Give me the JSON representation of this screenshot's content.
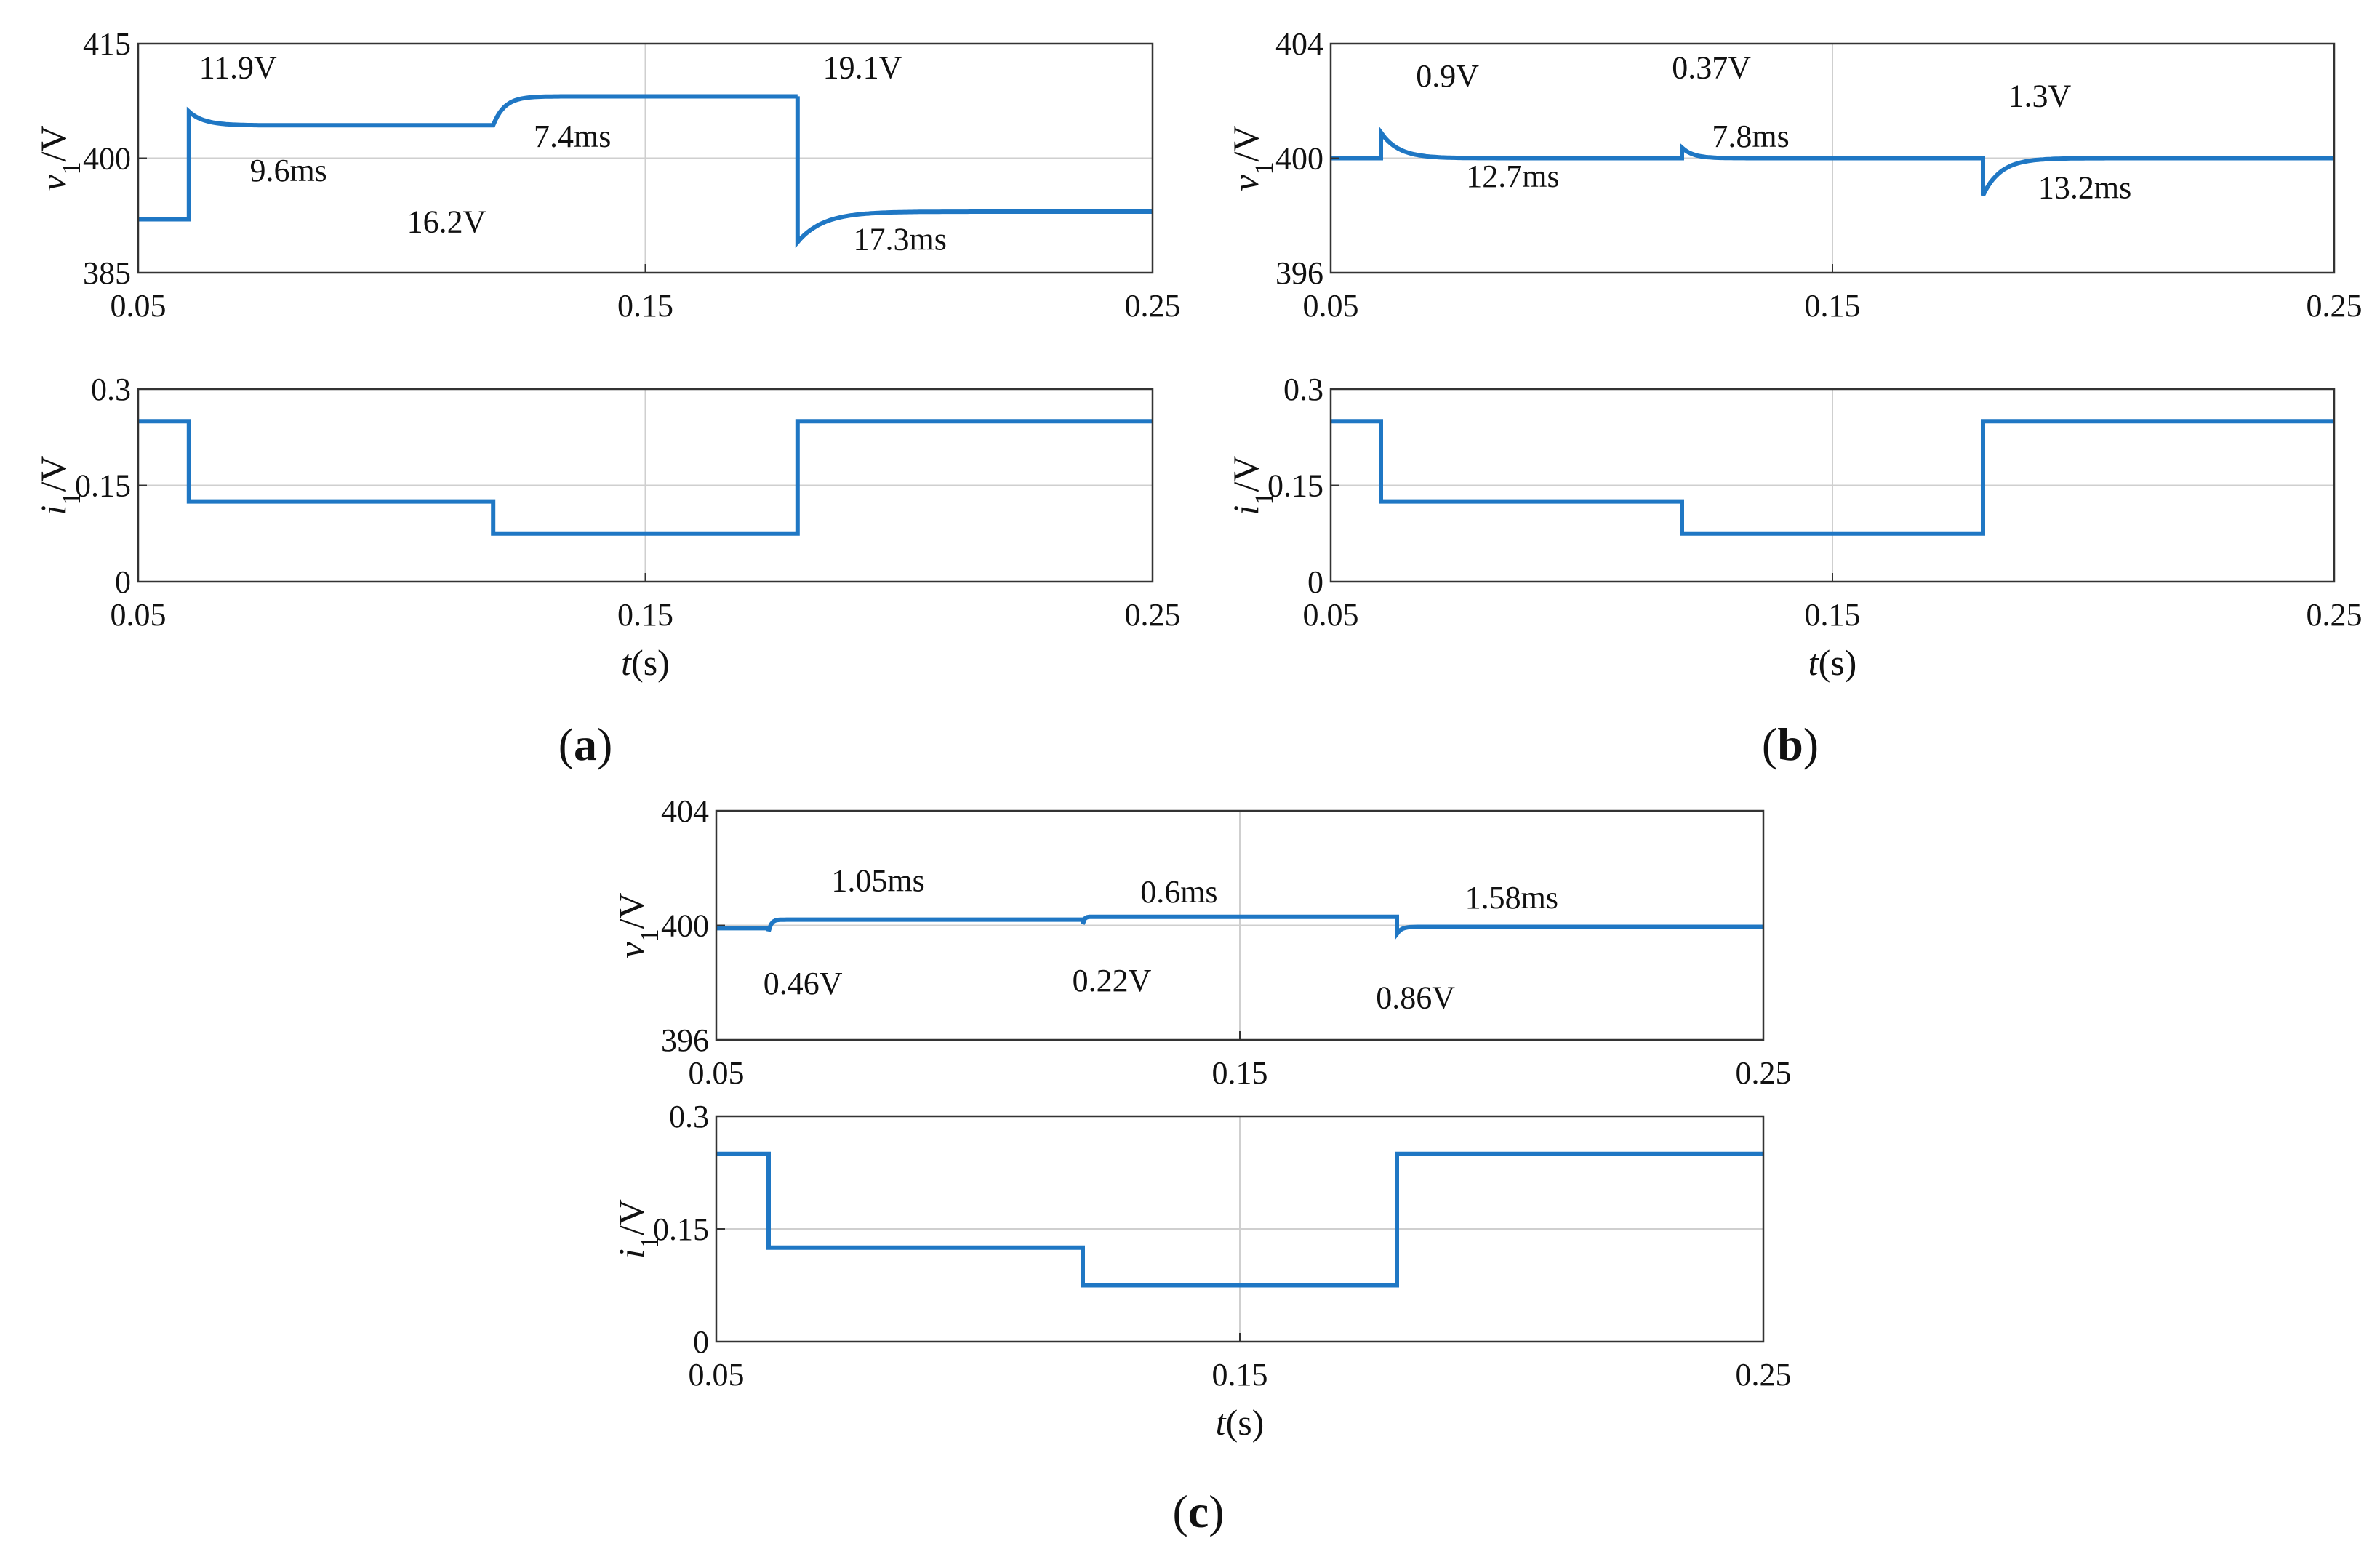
{
  "colors": {
    "trace": "#1f77c4",
    "grid": "#cfcfcf",
    "axes": "#333333",
    "annotation": "#000000"
  },
  "chart_data": [
    {
      "panel": "a",
      "subplot": "voltage",
      "type": "line",
      "ylabel_base": "v",
      "ylabel_sub": "1",
      "ylabel_unit": "/V",
      "xlim": [
        0.05,
        0.25
      ],
      "ylim": [
        385,
        415
      ],
      "xticks": [
        "0.05",
        "0.15",
        "0.25"
      ],
      "yticks": [
        "385",
        "400",
        "415"
      ],
      "xgrid": [
        0.15
      ],
      "ygrid": [
        400
      ],
      "grid": true,
      "series": [
        {
          "segments": [
            {
              "x": 0.05,
              "y": 392.0
            },
            {
              "x": 0.06,
              "y": 392.0,
              "jump_to": 406.1,
              "decay_to": 404.3,
              "tau": 0.003,
              "duration": 0.06
            },
            {
              "x": 0.12,
              "y": 404.3,
              "jump_to": 404.3,
              "decay_to": 408.1,
              "tau": 0.0022,
              "duration": 0.06
            },
            {
              "x": 0.18,
              "y": 408.1,
              "jump_to": 389.0,
              "decay_to": 393.0,
              "tau": 0.005,
              "duration": 0.07
            }
          ]
        }
      ],
      "annotations": [
        {
          "text": "11.9V",
          "x": 0.062,
          "y": 410.5
        },
        {
          "text": "9.6ms",
          "x": 0.072,
          "y": 397.0
        },
        {
          "text": "7.4ms",
          "x": 0.128,
          "y": 401.5
        },
        {
          "text": "16.2V",
          "x": 0.103,
          "y": 390.3
        },
        {
          "text": "19.1V",
          "x": 0.185,
          "y": 410.5
        },
        {
          "text": "17.3ms",
          "x": 0.191,
          "y": 388.0
        }
      ]
    },
    {
      "panel": "a",
      "subplot": "current",
      "type": "line",
      "ylabel_base": "i",
      "ylabel_sub": "1",
      "ylabel_unit": "/V",
      "xlabel_base": "t",
      "xlabel_unit": "(s)",
      "xlim": [
        0.05,
        0.25
      ],
      "ylim": [
        0,
        0.3
      ],
      "xticks": [
        "0.05",
        "0.15",
        "0.25"
      ],
      "yticks": [
        "0",
        "0.15",
        "0.3"
      ],
      "xgrid": [
        0.15
      ],
      "ygrid": [
        0.15
      ],
      "grid": true,
      "series": [
        {
          "steps": [
            {
              "x": 0.05,
              "y": 0.25
            },
            {
              "x": 0.06,
              "y": 0.125
            },
            {
              "x": 0.12,
              "y": 0.075
            },
            {
              "x": 0.18,
              "y": 0.25
            },
            {
              "x": 0.25,
              "y": 0.25
            }
          ]
        }
      ]
    },
    {
      "panel": "b",
      "subplot": "voltage",
      "type": "line",
      "ylabel_base": "v",
      "ylabel_sub": "1",
      "ylabel_unit": "/V",
      "xlim": [
        0.05,
        0.25
      ],
      "ylim": [
        396,
        404
      ],
      "xticks": [
        "0.05",
        "0.15",
        "0.25"
      ],
      "yticks": [
        "396",
        "400",
        "404"
      ],
      "xgrid": [
        0.15
      ],
      "ygrid": [
        400
      ],
      "grid": true,
      "series": [
        {
          "segments": [
            {
              "x": 0.05,
              "y": 400.0
            },
            {
              "x": 0.06,
              "y": 400.0,
              "jump_to": 400.9,
              "decay_to": 400.0,
              "tau": 0.0035,
              "duration": 0.06
            },
            {
              "x": 0.12,
              "y": 400.0,
              "jump_to": 400.37,
              "decay_to": 400.0,
              "tau": 0.0022,
              "duration": 0.06
            },
            {
              "x": 0.18,
              "y": 400.0,
              "jump_to": 398.7,
              "decay_to": 400.0,
              "tau": 0.0035,
              "duration": 0.07
            }
          ]
        }
      ],
      "annotations": [
        {
          "text": "0.9V",
          "x": 0.067,
          "y": 402.5
        },
        {
          "text": "12.7ms",
          "x": 0.077,
          "y": 399.0
        },
        {
          "text": "0.37V",
          "x": 0.118,
          "y": 402.8
        },
        {
          "text": "7.8ms",
          "x": 0.126,
          "y": 400.4
        },
        {
          "text": "1.3V",
          "x": 0.185,
          "y": 401.8
        },
        {
          "text": "13.2ms",
          "x": 0.191,
          "y": 398.6
        }
      ]
    },
    {
      "panel": "b",
      "subplot": "current",
      "type": "line",
      "ylabel_base": "i",
      "ylabel_sub": "1",
      "ylabel_unit": "/V",
      "xlabel_base": "t",
      "xlabel_unit": "(s)",
      "xlim": [
        0.05,
        0.25
      ],
      "ylim": [
        0,
        0.3
      ],
      "xticks": [
        "0.05",
        "0.15",
        "0.25"
      ],
      "yticks": [
        "0",
        "0.15",
        "0.3"
      ],
      "xgrid": [
        0.15
      ],
      "ygrid": [
        0.15
      ],
      "grid": true,
      "series": [
        {
          "steps": [
            {
              "x": 0.05,
              "y": 0.25
            },
            {
              "x": 0.06,
              "y": 0.125
            },
            {
              "x": 0.12,
              "y": 0.075
            },
            {
              "x": 0.18,
              "y": 0.25
            },
            {
              "x": 0.25,
              "y": 0.25
            }
          ]
        }
      ]
    },
    {
      "panel": "c",
      "subplot": "voltage",
      "type": "line",
      "ylabel_base": "v",
      "ylabel_sub": "1",
      "ylabel_unit": "/V",
      "xlim": [
        0.05,
        0.25
      ],
      "ylim": [
        396,
        404
      ],
      "xticks": [
        "0.05",
        "0.15",
        "0.25"
      ],
      "yticks": [
        "396",
        "400",
        "404"
      ],
      "xgrid": [
        0.15
      ],
      "ygrid": [
        400
      ],
      "grid": true,
      "series": [
        {
          "segments": [
            {
              "x": 0.05,
              "y": 399.9
            },
            {
              "x": 0.06,
              "y": 399.9,
              "jump_to": 399.8,
              "decay_to": 400.2,
              "tau": 0.0005,
              "duration": 0.06
            },
            {
              "x": 0.12,
              "y": 400.2,
              "jump_to": 400.05,
              "decay_to": 400.3,
              "tau": 0.0003,
              "duration": 0.06
            },
            {
              "x": 0.18,
              "y": 400.3,
              "jump_to": 399.7,
              "decay_to": 399.95,
              "tau": 0.0008,
              "duration": 0.07
            }
          ]
        }
      ],
      "annotations": [
        {
          "text": "1.05ms",
          "x": 0.072,
          "y": 401.2
        },
        {
          "text": "0.46V",
          "x": 0.059,
          "y": 397.6
        },
        {
          "text": "0.6ms",
          "x": 0.131,
          "y": 400.8
        },
        {
          "text": "0.22V",
          "x": 0.118,
          "y": 397.7
        },
        {
          "text": "1.58ms",
          "x": 0.193,
          "y": 400.6
        },
        {
          "text": "0.86V",
          "x": 0.176,
          "y": 397.1
        }
      ]
    },
    {
      "panel": "c",
      "subplot": "current",
      "type": "line",
      "ylabel_base": "i",
      "ylabel_sub": "1",
      "ylabel_unit": "/V",
      "xlabel_base": "t",
      "xlabel_unit": "(s)",
      "xlim": [
        0.05,
        0.25
      ],
      "ylim": [
        0,
        0.3
      ],
      "xticks": [
        "0.05",
        "0.15",
        "0.25"
      ],
      "yticks": [
        "0",
        "0.15",
        "0.3"
      ],
      "xgrid": [
        0.15
      ],
      "ygrid": [
        0.15
      ],
      "grid": true,
      "series": [
        {
          "steps": [
            {
              "x": 0.05,
              "y": 0.25
            },
            {
              "x": 0.06,
              "y": 0.125
            },
            {
              "x": 0.12,
              "y": 0.075
            },
            {
              "x": 0.18,
              "y": 0.25
            },
            {
              "x": 0.25,
              "y": 0.25
            }
          ]
        }
      ]
    }
  ],
  "captions": [
    {
      "panel": "a",
      "open": "(",
      "letter": "a",
      "close": ")"
    },
    {
      "panel": "b",
      "open": "(",
      "letter": "b",
      "close": ")"
    },
    {
      "panel": "c",
      "open": "(",
      "letter": "c",
      "close": ")"
    }
  ]
}
